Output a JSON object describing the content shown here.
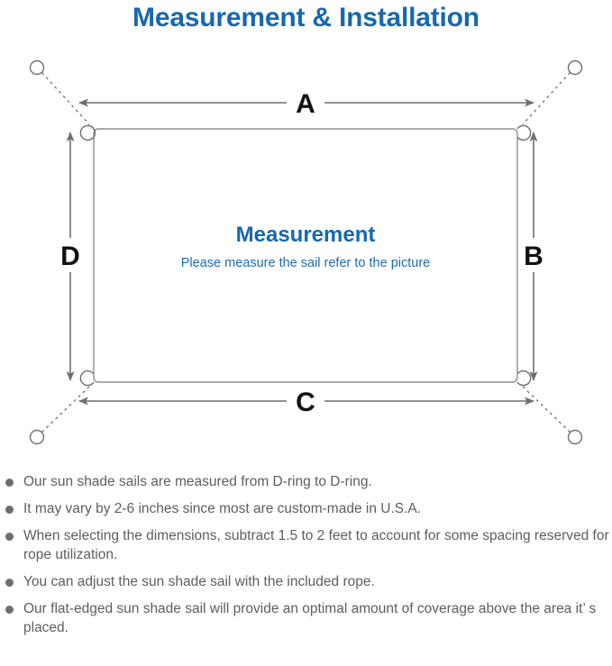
{
  "header": {
    "title": "Measurement & Installation",
    "title_color": "#1668b0"
  },
  "diagram": {
    "name": "sun-shade-sail-measurement-diagram",
    "center": {
      "heading": "Measurement",
      "subheading": "Please measure the sail refer to the picture",
      "heading_color": "#1668b0",
      "subheading_color": "#1f6cb0"
    },
    "line_color": "#6e6e6e",
    "sail_edge_color": "#8a8a8a",
    "dimension_labels": [
      {
        "id": "A",
        "label": "A",
        "position": "top",
        "orientation": "horizontal"
      },
      {
        "id": "B",
        "label": "B",
        "position": "right",
        "orientation": "vertical"
      },
      {
        "id": "C",
        "label": "C",
        "position": "bottom",
        "orientation": "horizontal"
      },
      {
        "id": "D",
        "label": "D",
        "position": "left",
        "orientation": "vertical"
      }
    ],
    "anchor_points": [
      {
        "id": "top-left",
        "label": ""
      },
      {
        "id": "top-right",
        "label": ""
      },
      {
        "id": "bottom-left",
        "label": ""
      },
      {
        "id": "bottom-right",
        "label": ""
      }
    ],
    "d_rings": [
      {
        "id": "d-ring-top-left"
      },
      {
        "id": "d-ring-top-right"
      },
      {
        "id": "d-ring-bottom-left"
      },
      {
        "id": "d-ring-bottom-right"
      }
    ]
  },
  "notes": {
    "bullet_color": "#6e6e6e",
    "items": [
      "Our sun shade sails are measured from D-ring to D-ring.",
      "It may vary by 2-6 inches since most are custom-made in U.S.A.",
      "When selecting the dimensions, subtract 1.5 to 2 feet to account for some spacing reserved for rope utilization.",
      "You can adjust the sun shade sail with the included rope.",
      "Our flat-edged sun shade sail will provide an optimal amount of coverage above the area it’ s placed."
    ]
  }
}
